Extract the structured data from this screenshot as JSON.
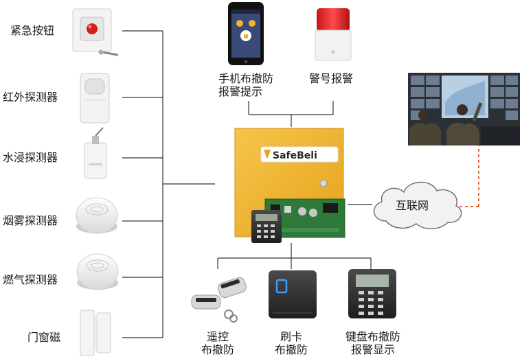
{
  "sensors": [
    {
      "label": "紧急按钮",
      "icon": "panic-button-icon"
    },
    {
      "label": "红外探测器",
      "icon": "pir-detector-icon"
    },
    {
      "label": "水浸探测器",
      "icon": "water-leak-detector-icon"
    },
    {
      "label": "烟雾探测器",
      "icon": "smoke-detector-icon"
    },
    {
      "label": "燃气探测器",
      "icon": "gas-detector-icon"
    },
    {
      "label": "门窗磁",
      "icon": "door-window-magnet-icon"
    }
  ],
  "top_devices": {
    "phone": {
      "line1": "手机布撤防",
      "line2": "报警提示",
      "icon": "smartphone-icon"
    },
    "siren": {
      "label": "警号报警",
      "icon": "siren-icon"
    }
  },
  "panel": {
    "brand": "SafeBeli",
    "icon": "alarm-control-panel-icon"
  },
  "internet": {
    "label": "互联网",
    "icon": "cloud-icon"
  },
  "monitor_center": {
    "icon": "monitoring-center-photo-icon"
  },
  "bottom_devices": [
    {
      "line1": "遥控",
      "line2": "布撤防",
      "icon": "remote-keyfob-icon"
    },
    {
      "line1": "刷卡",
      "line2": "布撤防",
      "icon": "card-reader-icon"
    },
    {
      "line1": "键盘布撤防",
      "line2": "报警显示",
      "icon": "keypad-icon"
    }
  ],
  "colors": {
    "line": "#333333",
    "panel_body": "#f0b52a",
    "dashed_link": "#e8622a",
    "cloud_fill": "#f2f2f2"
  }
}
